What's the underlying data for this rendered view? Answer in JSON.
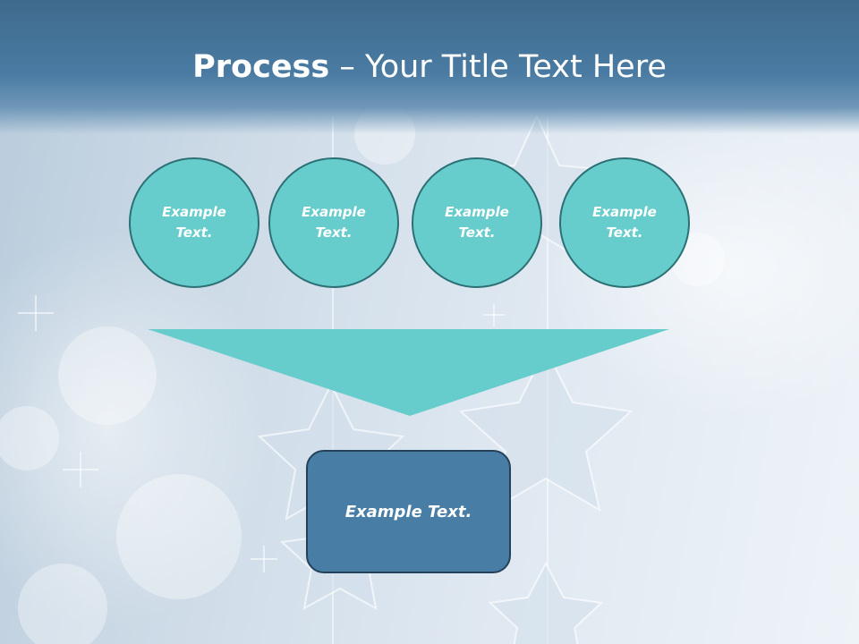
{
  "slide": {
    "title_strong": "Process",
    "title_rest": " – Your Title Text Here",
    "steps": [
      {
        "line1": "Example",
        "line2": "Text."
      },
      {
        "line1": "Example",
        "line2": "Text."
      },
      {
        "line1": "Example",
        "line2": "Text."
      },
      {
        "line1": "Example",
        "line2": "Text."
      }
    ],
    "result_text": "Example Text.",
    "colors": {
      "header": "#4a7ba2",
      "circle_fill": "#66cdcc",
      "circle_border": "#2b7075",
      "funnel": "#66cdcc",
      "result_fill": "#487da5"
    }
  }
}
